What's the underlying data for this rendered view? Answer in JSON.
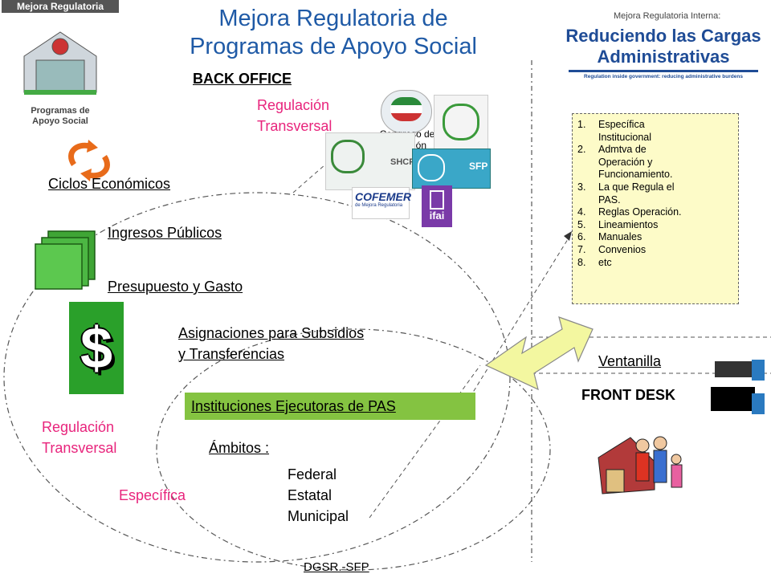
{
  "logo": {
    "top_text": "Mejora Regulatoria",
    "bottom_text": "Programas de Apoyo Social"
  },
  "title": "Mejora Regulatoria de Programas de Apoyo Social",
  "title_lines": [
    "Mejora Regulatoria de",
    "Programas de Apoyo Social"
  ],
  "banner": {
    "small": "Mejora Regulatoria Interna:",
    "line1": "Reduciendo las Cargas",
    "line2": "Administrativas",
    "tagline": "Regulation inside government: reducing administrative burdens"
  },
  "back_office": "BACK OFFICE",
  "regulacion_top": [
    "Regulación",
    "Transversal"
  ],
  "congreso": [
    "Congreso de",
    "La Unión"
  ],
  "agency_logos": {
    "shcp": "SHCP",
    "sfp": "SFP",
    "cofemer": "COFEMER",
    "cofemer_sub": "de Mejora Regulatoria",
    "ifai": "ifai"
  },
  "ciclos": "Ciclos Económicos",
  "ingresos": "Ingresos Públicos",
  "presupuesto": "Presupuesto y Gasto",
  "dollar": "$",
  "asignaciones": [
    "Asignaciones para Subsidios",
    "y Transferencias"
  ],
  "instituciones": "Instituciones Ejecutoras de PAS",
  "regulacion_left": [
    "Regulación",
    "Transversal"
  ],
  "ambitos": {
    "label": "Ámbitos :",
    "items": [
      "Federal",
      "Estatal",
      "Municipal"
    ]
  },
  "especifica": "Específica",
  "ventanilla": "Ventanilla",
  "front_desk": "FRONT DESK",
  "footer": "DGSR.-SFP",
  "list": [
    {
      "n": "1.",
      "text": [
        "Específica",
        "Institucional"
      ]
    },
    {
      "n": "2.",
      "text": [
        "Admtva de",
        "Operación y",
        "Funcionamiento."
      ]
    },
    {
      "n": "3.",
      "text": [
        "La que Regula el",
        "PAS."
      ]
    },
    {
      "n": "4.",
      "text": [
        "Reglas Operación."
      ]
    },
    {
      "n": "5.",
      "text": [
        "Lineamientos"
      ]
    },
    {
      "n": "6.",
      "text": [
        "Manuales"
      ]
    },
    {
      "n": "7.",
      "text": [
        "Convenios"
      ]
    },
    {
      "n": "8.",
      "text": [
        "etc"
      ]
    }
  ],
  "colors": {
    "title": "#1f5aa6",
    "pink": "#e8247c",
    "green": "#84c341",
    "list_bg": "#fdfbc8",
    "arrow": "#f3f7a0"
  }
}
